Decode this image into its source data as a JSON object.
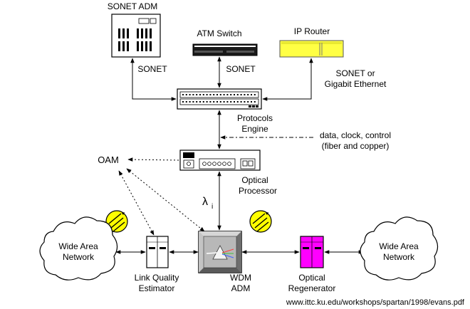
{
  "labels": {
    "sonet_adm": "SONET ADM",
    "atm_switch": "ATM Switch",
    "ip_router": "IP Router",
    "sonet_left": "SONET",
    "sonet_mid": "SONET",
    "sonet_or": "SONET or",
    "gigabit_ethernet": "Gigabit Ethernet",
    "protocols": "Protocols",
    "engine": "Engine",
    "data_clock_control": "data, clock, control",
    "fiber_copper": "(fiber and copper)",
    "oam": "OAM",
    "optical_1": "Optical",
    "processor": "Processor",
    "lambda": "λ",
    "lambda_sub": "i",
    "wan_left_1": "Wide Area",
    "wan_left_2": "Network",
    "wan_right_1": "Wide Area",
    "wan_right_2": "Network",
    "link_quality": "Link Quality",
    "estimator": "Estimator",
    "wdm": "WDM",
    "adm": "ADM",
    "optical_2": "Optical",
    "regenerator": "Regenerator",
    "url": "www.ittc.ku.edu/workshops/spartan/1998/evans.pdf"
  },
  "colors": {
    "router_yellow": "#ffff44",
    "regenerator_magenta": "#ff00ff",
    "hazard_yellow": "#ffff00",
    "wdm_gray": "#a8a8a8"
  }
}
